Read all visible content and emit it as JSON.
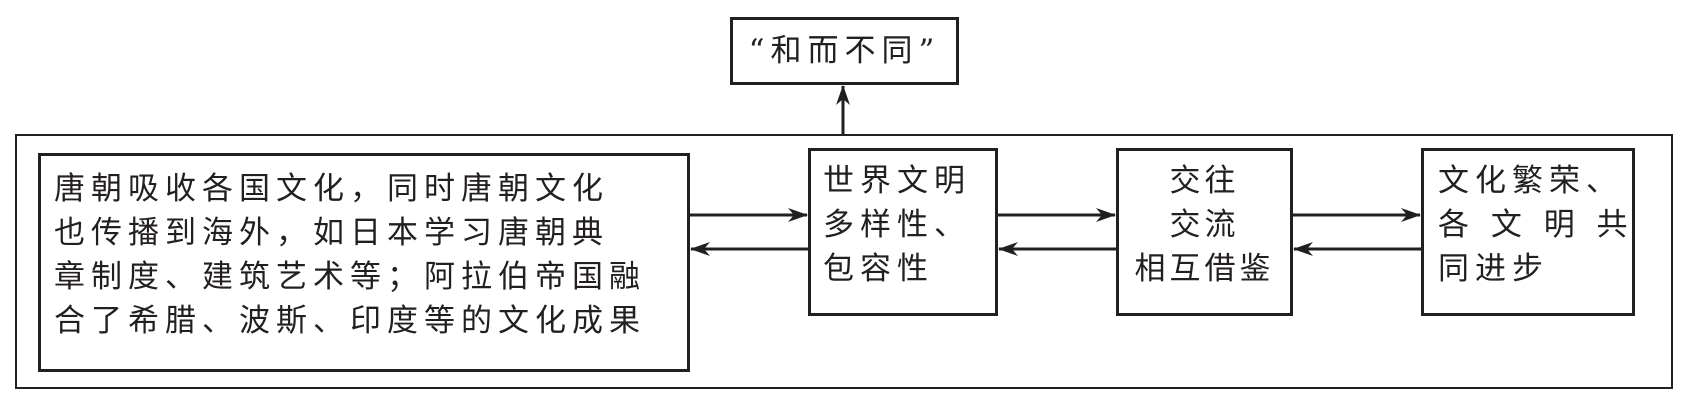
{
  "diagram": {
    "top": {
      "label": "“和而不同”"
    },
    "left": {
      "lines": [
        "唐朝吸收各国文化，同时唐朝文化",
        "也传播到海外，如日本学习唐朝典",
        "章制度、建筑艺术等；阿拉伯帝国融",
        "合了希腊、波斯、印度等的文化成果"
      ]
    },
    "diversity": {
      "lines": [
        "世界文明",
        "多样性、",
        "包容性"
      ]
    },
    "exchange": {
      "lines": [
        "交往",
        "交流",
        "相互借鉴"
      ]
    },
    "prosperity": {
      "lines": [
        "文化繁荣、",
        "各 文 明 共",
        "同进步"
      ]
    },
    "connections": [
      {
        "from": "left",
        "to": "diversity",
        "type": "bidirectional"
      },
      {
        "from": "diversity",
        "to": "exchange",
        "type": "bidirectional"
      },
      {
        "from": "exchange",
        "to": "prosperity",
        "type": "bidirectional"
      },
      {
        "from": "frame",
        "to": "top",
        "type": "single"
      }
    ],
    "colors": {
      "stroke": "#231f20",
      "background": "#ffffff"
    }
  }
}
